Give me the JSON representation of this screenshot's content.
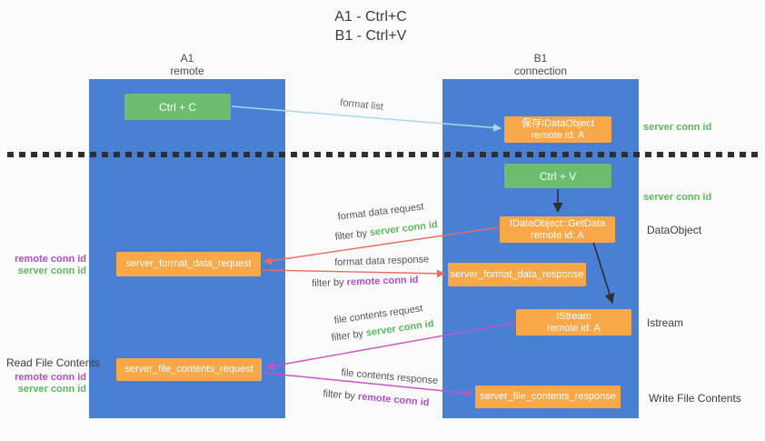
{
  "title": {
    "line1": "A1 - Ctrl+C",
    "line2": "B1 - Ctrl+V"
  },
  "columns": {
    "left": {
      "name": "A1",
      "role": "remote"
    },
    "right": {
      "name": "B1",
      "role": "connection"
    }
  },
  "nodes": {
    "ctrl_c": "Ctrl + C",
    "ctrl_v": "Ctrl + V",
    "save_dataobject": {
      "line1": "保存IDataObject",
      "line2": "remote id: A"
    },
    "getdata": {
      "line1": "IDataObject::GetData",
      "line2": "remote id: A"
    },
    "istream": {
      "line1": "IStream",
      "line2": "remote id: A"
    },
    "server_format_data_request": "server_format_data_request",
    "server_format_data_response": "server_format_data_response",
    "server_file_contents_request": "server_file_contents_request",
    "server_file_contents_response": "server_file_contents_response"
  },
  "arrow_labels": {
    "format_list": "format list",
    "format_data_request": "format data request",
    "format_data_response": "format data response",
    "file_contents_request": "file contents request",
    "file_contents_response": "file contents response",
    "filter_by": "filter by "
  },
  "side_labels": {
    "server_conn_id": "server conn id",
    "remote_conn_id": "remote conn id",
    "dataobject": "DataObject",
    "istream": "Istream",
    "read_file_contents": "Read File Contents",
    "write_file_contents": "Write File Contents"
  },
  "colors": {
    "column_blue": "#4a80d4",
    "box_orange": "#f8a848",
    "box_green": "#6dbd70",
    "green_text": "#5cb85c",
    "purple_text": "#b04fc8",
    "red_arrow": "#ee6a60",
    "magenta_arrow": "#c753c7",
    "light_blue_arrow": "#a9d7f2",
    "black_arrow": "#2f2f2f"
  }
}
